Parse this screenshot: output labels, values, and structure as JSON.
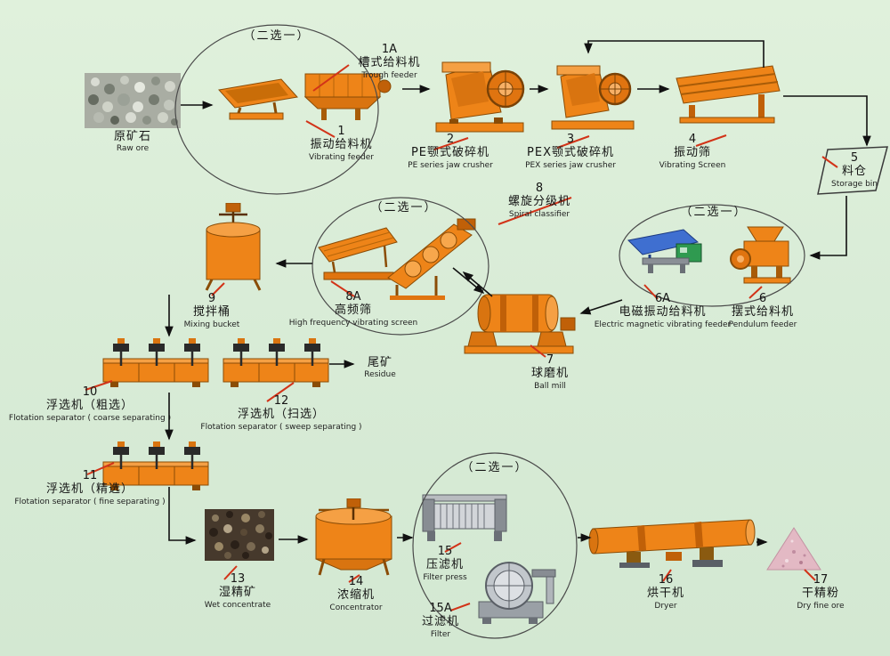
{
  "colors": {
    "background": "#d9ecd8",
    "equipment_orange": "#ee8418",
    "pointer_red": "#d23318",
    "feeder_blue": "#3f6fd0",
    "arrow_black": "#111111"
  },
  "chooser": {
    "label": "（二选一）"
  },
  "nodes": {
    "raw_ore": {
      "zh": "原矿石",
      "en": "Raw ore"
    },
    "trough_feeder": {
      "num": "1A",
      "zh": "槽式给料机",
      "en": "Trough feeder"
    },
    "vibrating_feeder": {
      "num": "1",
      "zh": "振动给料机",
      "en": "Vibrating feeder"
    },
    "pe_jaw_crusher": {
      "num": "2",
      "zh": "PE颚式破碎机",
      "en": "PE series jaw crusher"
    },
    "pex_jaw_crusher": {
      "num": "3",
      "zh": "PEX颚式破碎机",
      "en": "PEX series jaw crusher"
    },
    "vibrating_screen": {
      "num": "4",
      "zh": "振动筛",
      "en": "Vibrating Screen"
    },
    "storage_bin": {
      "num": "5",
      "zh": "料仓",
      "en": "Storage bin"
    },
    "spiral_classifier": {
      "num": "8",
      "zh": "螺旋分级机",
      "en": "Spiral classifier"
    },
    "high_freq_screen": {
      "num": "8A",
      "zh": "高频筛",
      "en": "High frequency vibrating screen"
    },
    "em_vibrating_feeder": {
      "num": "6A",
      "zh": "电磁振动给料机",
      "en": "Electric magnetic vibrating feeder"
    },
    "pendulum_feeder": {
      "num": "6",
      "zh": "摆式给料机",
      "en": "Pendulum feeder"
    },
    "ball_mill": {
      "num": "7",
      "zh": "球磨机",
      "en": "Ball mill"
    },
    "mixing_bucket": {
      "num": "9",
      "zh": "搅拌桶",
      "en": "Mixing bucket"
    },
    "flotation_coarse": {
      "num": "10",
      "zh": "浮选机（粗选）",
      "en": "Flotation separator ( coarse separating )"
    },
    "flotation_sweep": {
      "num": "12",
      "zh": "浮选机（扫选）",
      "en": "Flotation separator ( sweep separating )"
    },
    "flotation_fine": {
      "num": "11",
      "zh": "浮选机（精选）",
      "en": "Flotation separator ( fine separating )"
    },
    "residue": {
      "zh": "尾矿",
      "en": "Residue"
    },
    "wet_concentrate": {
      "num": "13",
      "zh": "湿精矿",
      "en": "Wet concentrate"
    },
    "concentrator": {
      "num": "14",
      "zh": "浓缩机",
      "en": "Concentrator"
    },
    "filter_press": {
      "num": "15",
      "zh": "压滤机",
      "en": "Filter press"
    },
    "filter": {
      "num": "15A",
      "zh": "过滤机",
      "en": "Filter"
    },
    "dryer": {
      "num": "16",
      "zh": "烘干机",
      "en": "Dryer"
    },
    "dry_fine_ore": {
      "num": "17",
      "zh": "干精粉",
      "en": "Dry fine ore"
    }
  }
}
